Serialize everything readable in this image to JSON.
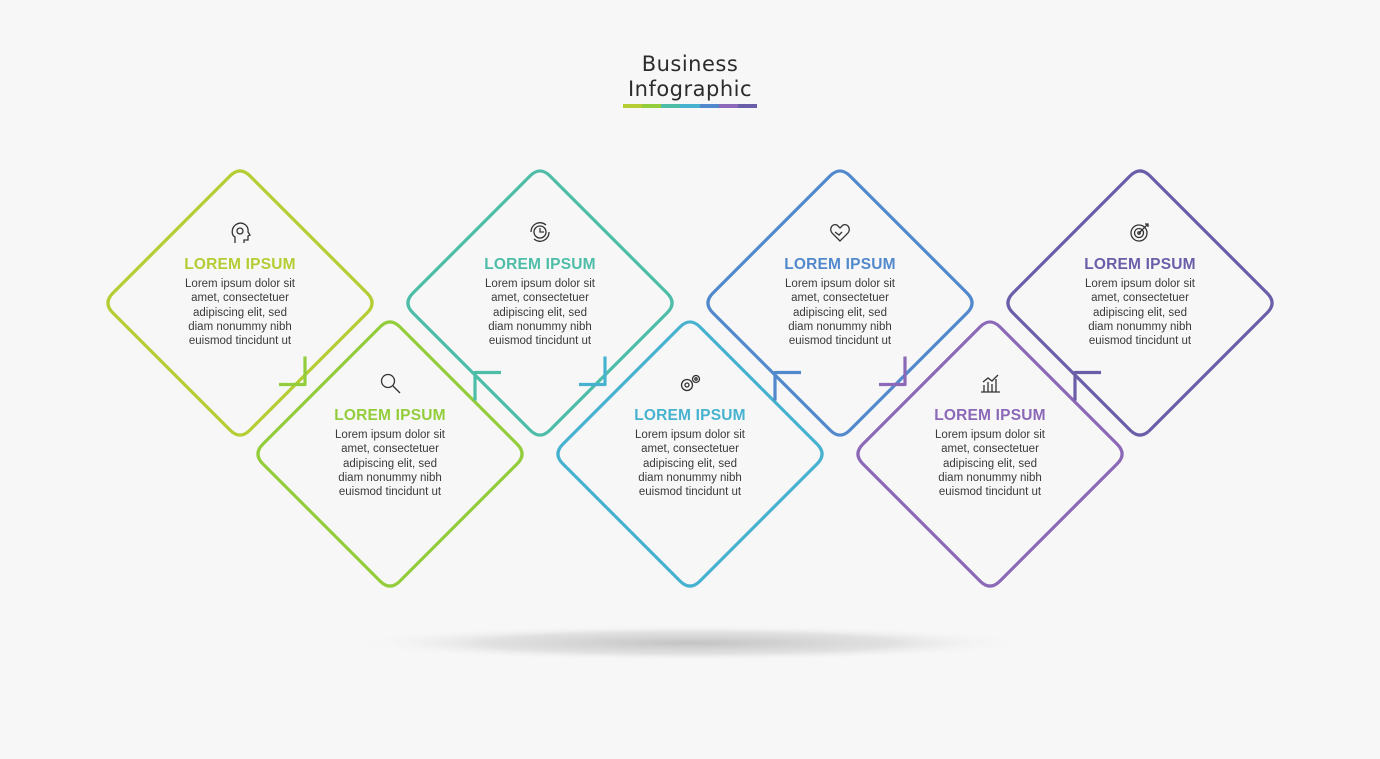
{
  "title": {
    "line1": "Business",
    "line2": "Infographic"
  },
  "palette": [
    "#b5cc33",
    "#93cd3c",
    "#4dbda8",
    "#47b2d0",
    "#5289cd",
    "#8b68b8",
    "#6b5ea9"
  ],
  "steps": [
    {
      "heading": "LOREM IPSUM",
      "icon": "head-gear-icon",
      "color": "#b5cc33",
      "lines": [
        "Lorem ipsum dolor sit",
        "amet, consectetuer",
        "adipiscing elit, sed",
        "diam nonummy nibh",
        "euismod tincidunt ut"
      ]
    },
    {
      "heading": "LOREM IPSUM",
      "icon": "magnifier-icon",
      "color": "#93cd3c",
      "lines": [
        "Lorem ipsum dolor sit",
        "amet, consectetuer",
        "adipiscing elit, sed",
        "diam nonummy nibh",
        "euismod tincidunt ut"
      ]
    },
    {
      "heading": "LOREM IPSUM",
      "icon": "clock-cycle-icon",
      "color": "#4dbda8",
      "lines": [
        "Lorem ipsum dolor sit",
        "amet, consectetuer",
        "adipiscing elit, sed",
        "diam nonummy nibh",
        "euismod tincidunt ut"
      ]
    },
    {
      "heading": "LOREM IPSUM",
      "icon": "gears-icon",
      "color": "#47b2d0",
      "lines": [
        "Lorem ipsum dolor sit",
        "amet, consectetuer",
        "adipiscing elit, sed",
        "diam nonummy nibh",
        "euismod tincidunt ut"
      ]
    },
    {
      "heading": "LOREM IPSUM",
      "icon": "handshake-heart-icon",
      "color": "#5289cd",
      "lines": [
        "Lorem ipsum dolor sit",
        "amet, consectetuer",
        "adipiscing elit, sed",
        "diam nonummy nibh",
        "euismod tincidunt ut"
      ]
    },
    {
      "heading": "LOREM IPSUM",
      "icon": "bar-chart-icon",
      "color": "#8b68b8",
      "lines": [
        "Lorem ipsum dolor sit",
        "amet, consectetuer",
        "adipiscing elit, sed",
        "diam nonummy nibh",
        "euismod tincidunt ut"
      ]
    },
    {
      "heading": "LOREM IPSUM",
      "icon": "target-icon",
      "color": "#6b5ea9",
      "lines": [
        "Lorem ipsum dolor sit",
        "amet, consectetuer",
        "adipiscing elit, sed",
        "diam nonummy nibh",
        "euismod tincidunt ut"
      ]
    }
  ]
}
